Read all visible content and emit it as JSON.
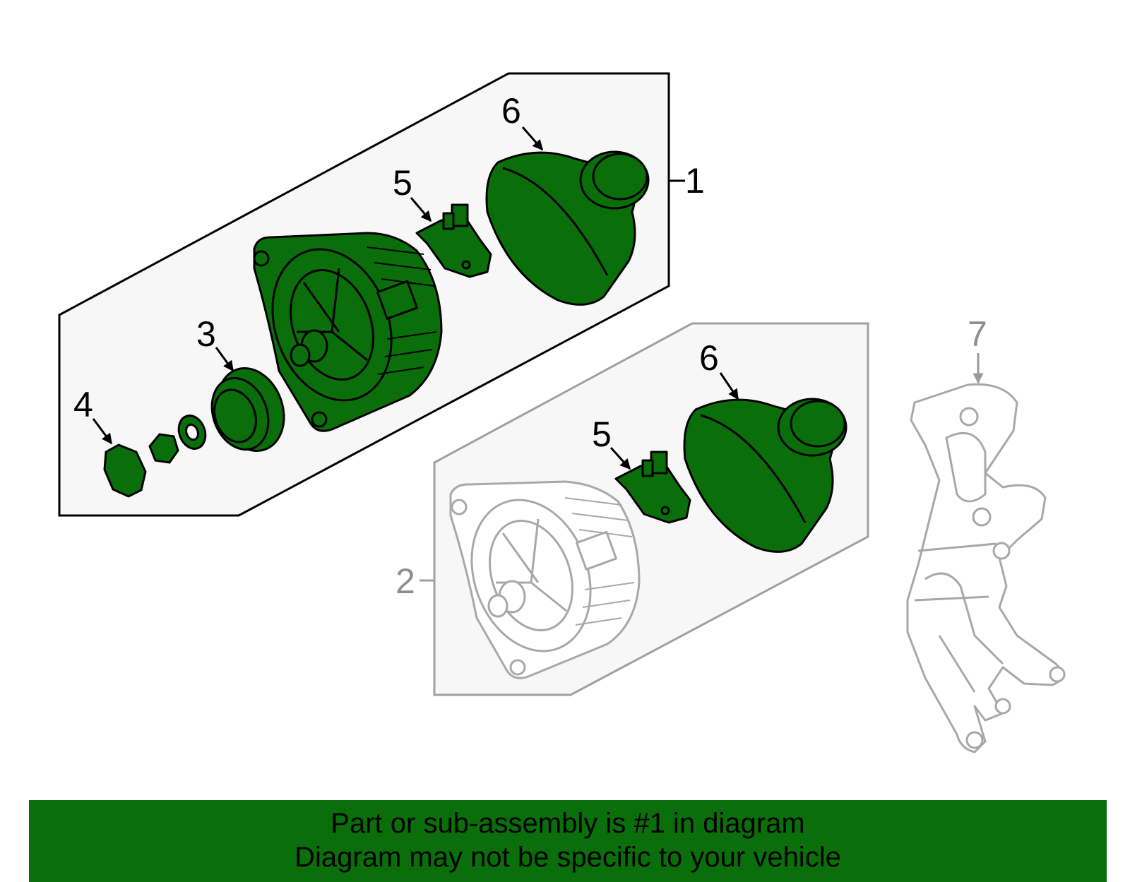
{
  "callouts": {
    "c1": "1",
    "c2": "2",
    "c3": "3",
    "c4": "4",
    "c5a": "5",
    "c5b": "5",
    "c6a": "6",
    "c6b": "6",
    "c7": "7"
  },
  "banner": {
    "line1": "Part or sub-assembly is #1 in diagram",
    "line2": "Diagram may not be specific to your vehicle"
  },
  "colors": {
    "highlight": "#0a6e0a",
    "outline": "#000000",
    "muted": "#a0a0a0",
    "panel": "#f7f7f7"
  }
}
